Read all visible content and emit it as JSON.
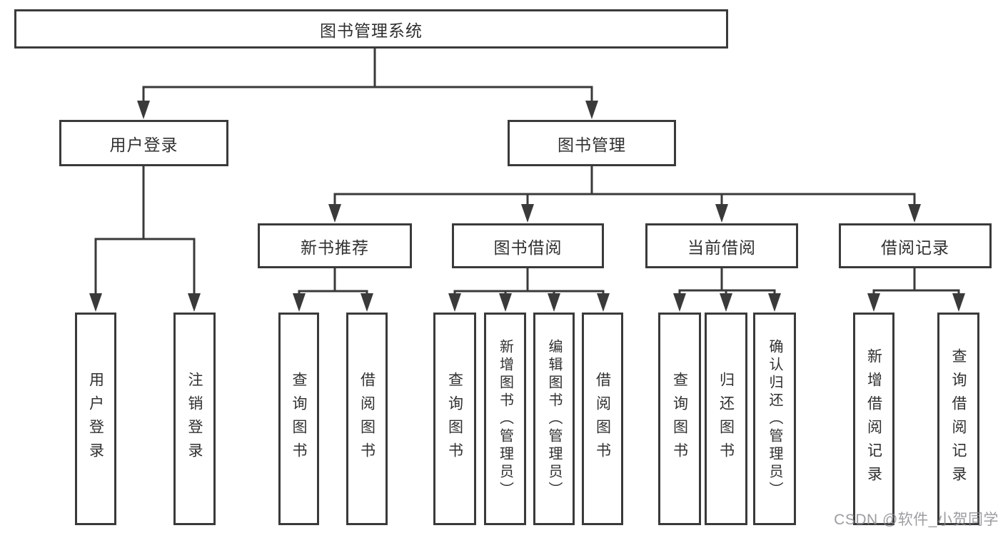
{
  "diagram": {
    "type": "hierarchy-tree",
    "title": "图书管理系统",
    "line_color": "#3a3a3a",
    "text_color": "#303030",
    "node_fill": "#ffffff",
    "nodes": {
      "root": {
        "label": "图书管理系统"
      },
      "user_login": {
        "label": "用户登录"
      },
      "book_mgmt": {
        "label": "图书管理"
      },
      "new_book_rec": {
        "label": "新书推荐"
      },
      "book_borrow": {
        "label": "图书借阅"
      },
      "current_borrow": {
        "label": "当前借阅"
      },
      "borrow_records": {
        "label": "借阅记录"
      },
      "login_leaf": {
        "label": "用户登录"
      },
      "logout_leaf": {
        "label": "注销登录"
      },
      "rec_query": {
        "label": "查询图书"
      },
      "rec_borrow": {
        "label": "借阅图书"
      },
      "bb_query": {
        "label": "查询图书"
      },
      "bb_add_admin": {
        "label": "新增图书（管理员）"
      },
      "bb_edit_admin": {
        "label": "编辑图书（管理员）"
      },
      "bb_borrow": {
        "label": "借阅图书"
      },
      "cb_query": {
        "label": "查询图书"
      },
      "cb_return": {
        "label": "归还图书"
      },
      "cb_confirm_admin": {
        "label": "确认归还（管理员）"
      },
      "br_add_record": {
        "label": "新增借阅记录"
      },
      "br_query_record": {
        "label": "查询借阅记录"
      }
    },
    "edges": [
      [
        "root",
        "user_login"
      ],
      [
        "root",
        "book_mgmt"
      ],
      [
        "user_login",
        "login_leaf"
      ],
      [
        "user_login",
        "logout_leaf"
      ],
      [
        "book_mgmt",
        "new_book_rec"
      ],
      [
        "book_mgmt",
        "book_borrow"
      ],
      [
        "book_mgmt",
        "current_borrow"
      ],
      [
        "book_mgmt",
        "borrow_records"
      ],
      [
        "new_book_rec",
        "rec_query"
      ],
      [
        "new_book_rec",
        "rec_borrow"
      ],
      [
        "book_borrow",
        "bb_query"
      ],
      [
        "book_borrow",
        "bb_add_admin"
      ],
      [
        "book_borrow",
        "bb_edit_admin"
      ],
      [
        "book_borrow",
        "bb_borrow"
      ],
      [
        "current_borrow",
        "cb_query"
      ],
      [
        "current_borrow",
        "cb_return"
      ],
      [
        "current_borrow",
        "cb_confirm_admin"
      ],
      [
        "borrow_records",
        "br_add_record"
      ],
      [
        "borrow_records",
        "br_query_record"
      ]
    ],
    "watermark": "CSDN @软件_小贺同学"
  }
}
